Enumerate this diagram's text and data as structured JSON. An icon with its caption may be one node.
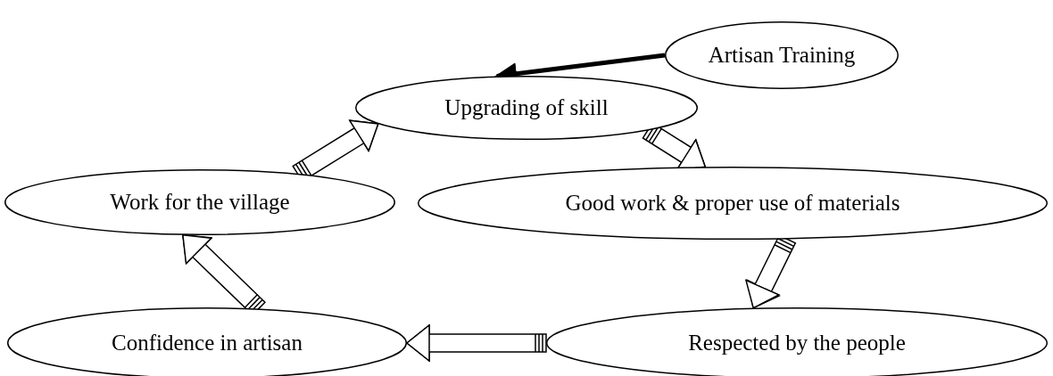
{
  "diagram": {
    "nodes": [
      {
        "text": [
          "Artisan Training"
        ]
      },
      {
        "text": [
          "Upgrading of skill"
        ]
      },
      {
        "text": [
          "Work for the village"
        ]
      },
      {
        "text": [
          "Good work & proper use of materials"
        ]
      },
      {
        "text": [
          "Confidence in artisan"
        ]
      },
      {
        "text": [
          "Respected by the people"
        ]
      }
    ],
    "edges": [
      {
        "from": 0,
        "to": 1,
        "arrow": "to",
        "style": "thick"
      },
      {
        "from": 1,
        "to": 3,
        "arrow": "to"
      },
      {
        "from": 3,
        "to": 5,
        "arrow": "to"
      },
      {
        "from": 5,
        "to": 4,
        "arrow": "to"
      },
      {
        "from": 4,
        "to": 2,
        "arrow": "to"
      },
      {
        "from": 2,
        "to": 1,
        "arrow": "to"
      }
    ]
  }
}
